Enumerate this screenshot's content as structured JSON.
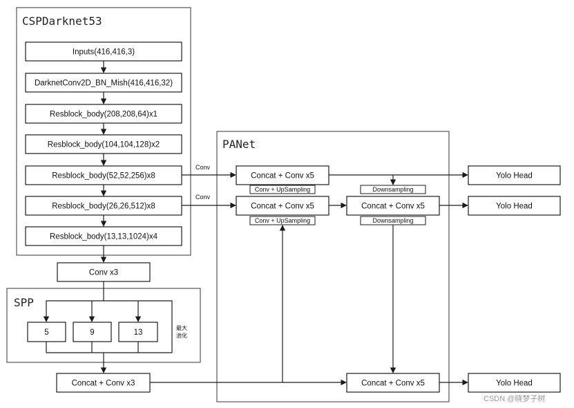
{
  "colors": {
    "stroke": "#1a1a1a",
    "panel_stroke": "#555555",
    "text": "#111111",
    "watermark": "#9a9a9a"
  },
  "panels": {
    "csp": "CSPDarknet53",
    "spp": "SPP",
    "panet": "PANet"
  },
  "backbone": {
    "blocks": [
      "Inputs(416,416,3)",
      "DarknetConv2D_BN_Mish(416,416,32)",
      "Resblock_body(208,208,64)x1",
      "Resblock_body(104,104,128)x2",
      "Resblock_body(52,52,256)x8",
      "Resblock_body(26,26,512)x8",
      "Resblock_body(13,13,1024)x4"
    ]
  },
  "neck": {
    "conv_x3": "Conv x3",
    "pool_sizes": [
      "5",
      "9",
      "13"
    ],
    "pool_note_line1": "最大",
    "pool_note_line2": "池化",
    "concat_conv_x3": "Concat + Conv x3"
  },
  "panet": {
    "concat_conv_x5": "Concat + Conv x5",
    "upsampling": "Conv + UpSampling",
    "downsampling": "Downsampling",
    "conv": "Conv"
  },
  "heads": [
    "Yolo Head",
    "Yolo Head",
    "Yolo Head"
  ],
  "watermark": "CSDN @晓梦子树"
}
